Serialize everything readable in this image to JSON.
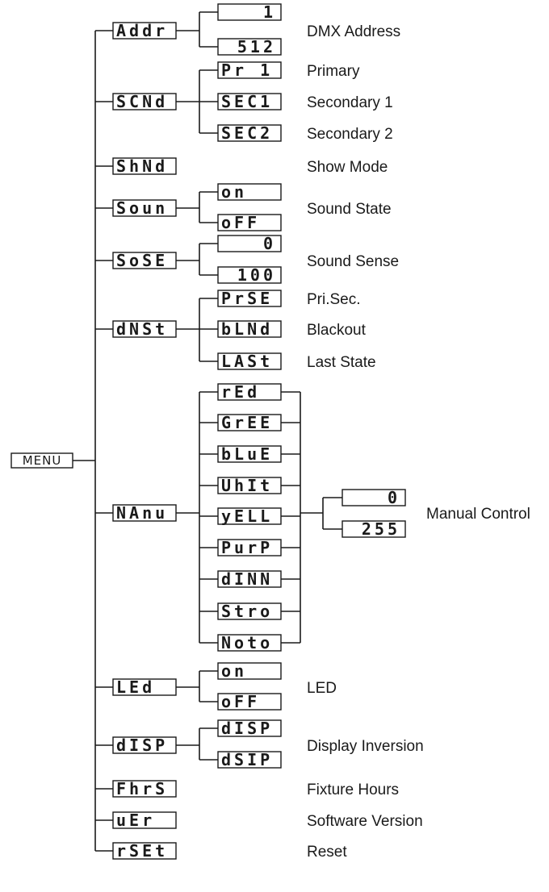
{
  "root": "MENU",
  "items": [
    {
      "code": "Addr",
      "desc": "",
      "subs": [
        {
          "code": "",
          "value": "1"
        },
        {
          "code": "",
          "value": "512"
        }
      ],
      "group_desc": "DMX Address"
    },
    {
      "code": "SCNd",
      "subs": [
        {
          "code": "Pr 1",
          "desc": "Primary"
        },
        {
          "code": "SEC1",
          "desc": "Secondary 1"
        },
        {
          "code": "SEC2",
          "desc": "Secondary 2"
        }
      ]
    },
    {
      "code": "ShNd",
      "desc": "Show Mode",
      "subs": []
    },
    {
      "code": "Soun",
      "subs": [
        {
          "code": "on"
        },
        {
          "code": "oFF"
        }
      ],
      "group_desc": "Sound State"
    },
    {
      "code": "SoSE",
      "subs": [
        {
          "code": "",
          "value": "0"
        },
        {
          "code": "",
          "value": "100"
        }
      ],
      "group_desc": "Sound Sense"
    },
    {
      "code": "dNSt",
      "subs": [
        {
          "code": "PrSE",
          "desc": "Pri.Sec."
        },
        {
          "code": "bLNd",
          "desc": "Blackout"
        },
        {
          "code": "LASt",
          "desc": "Last State"
        }
      ]
    },
    {
      "code": "NAnu",
      "subs": [
        {
          "code": "rEd"
        },
        {
          "code": "GrEE"
        },
        {
          "code": "bLuE"
        },
        {
          "code": "UhIt"
        },
        {
          "code": "yELL"
        },
        {
          "code": "PurP"
        },
        {
          "code": "dINN"
        },
        {
          "code": "Stro"
        },
        {
          "code": "Noto"
        }
      ],
      "values": [
        {
          "value": "0"
        },
        {
          "value": "255"
        }
      ],
      "group_desc": "Manual Control"
    },
    {
      "code": "LEd",
      "subs": [
        {
          "code": "on"
        },
        {
          "code": "oFF"
        }
      ],
      "group_desc": "LED"
    },
    {
      "code": "dISP",
      "subs": [
        {
          "code": "dISP"
        },
        {
          "code": "dSIP"
        }
      ],
      "group_desc": "Display Inversion"
    },
    {
      "code": "FhrS",
      "desc": "Fixture Hours",
      "subs": []
    },
    {
      "code": "uEr",
      "desc": "Software Version",
      "subs": []
    },
    {
      "code": "rSEt",
      "desc": "Reset",
      "subs": []
    }
  ]
}
